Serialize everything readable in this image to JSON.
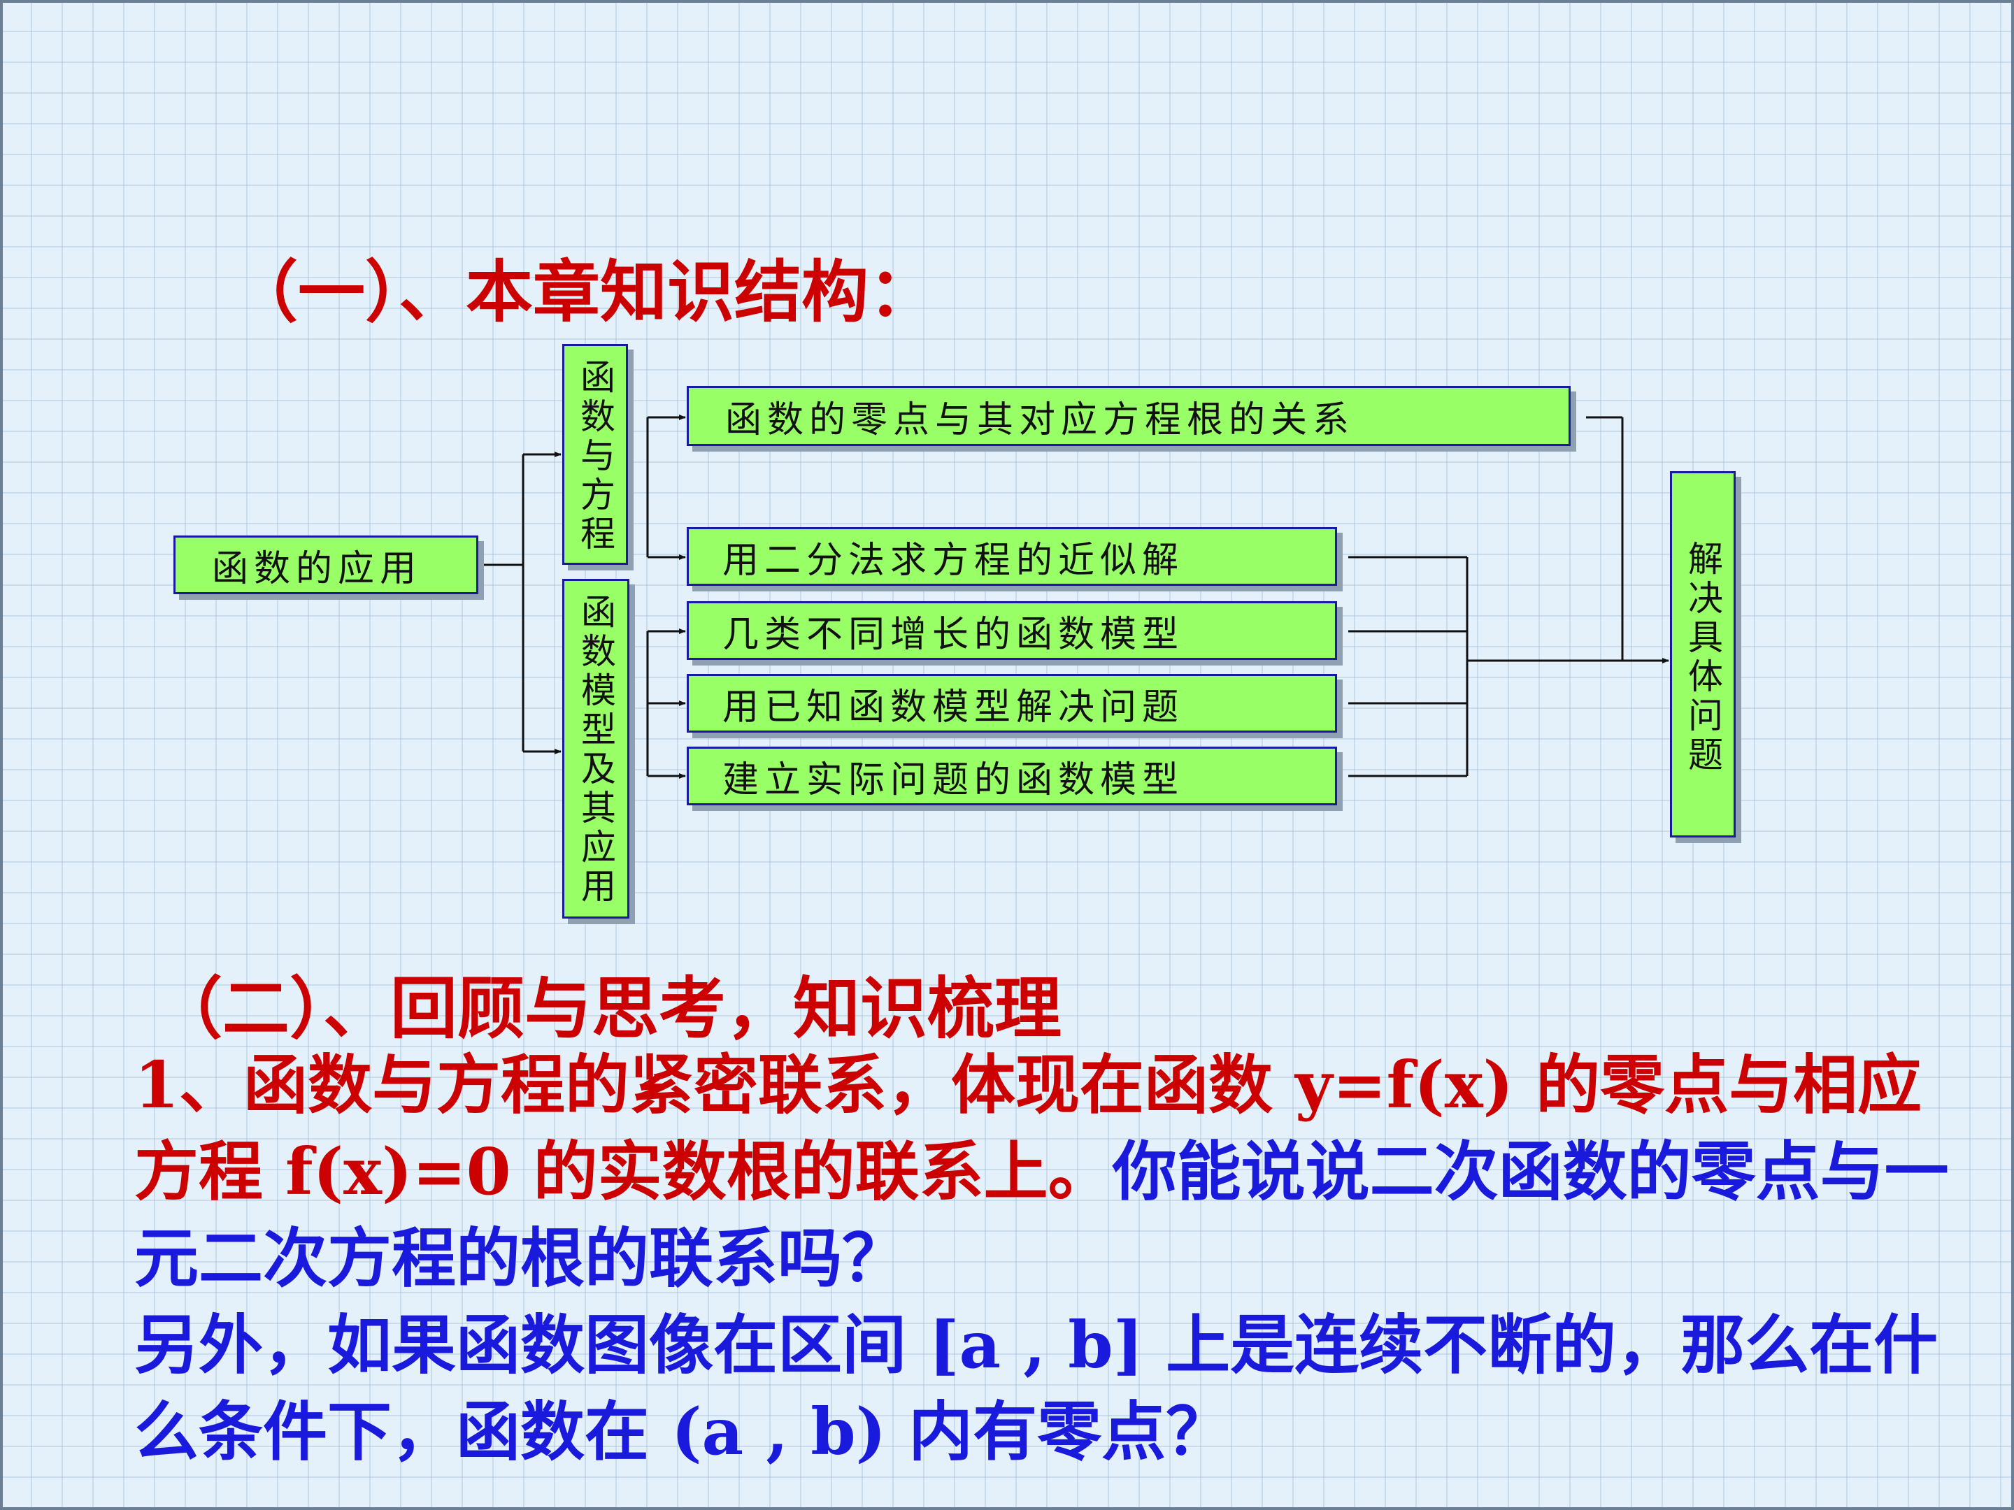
{
  "heading1": "（一）、本章知识结构：",
  "heading2": "（二）、回顾与思考，知识梳理",
  "diagram": {
    "root": "函数的应用",
    "branch_a": "函数与方程",
    "branch_b": "函数模型及其应用",
    "item_a1": "函数的零点与其对应方程根的关系",
    "item_a2": "用二分法求方程的近似解",
    "item_b1": "几类不同增长的函数模型",
    "item_b2": "用已知函数模型解决问题",
    "item_b3": "建立实际问题的函数模型",
    "target": "解决具体问题"
  },
  "paragraph1": {
    "red_text": "1、函数与方程的紧密联系，体现在函数 y=f(x) 的零点与相应方程 f(x)=0 的实数根的联系上。",
    "blue_text": "你能说说二次函数的零点与一元二次方程的根的联系吗？"
  },
  "paragraph2": "另外，如果函数图像在区间 [a , b] 上是连续不断的，那么在什么条件下，函数在 (a , b) 内有零点？",
  "colors": {
    "heading": "#cc0000",
    "box_fill": "#99ff66",
    "box_border": "#1a1aa0",
    "question": "#1a1add"
  }
}
